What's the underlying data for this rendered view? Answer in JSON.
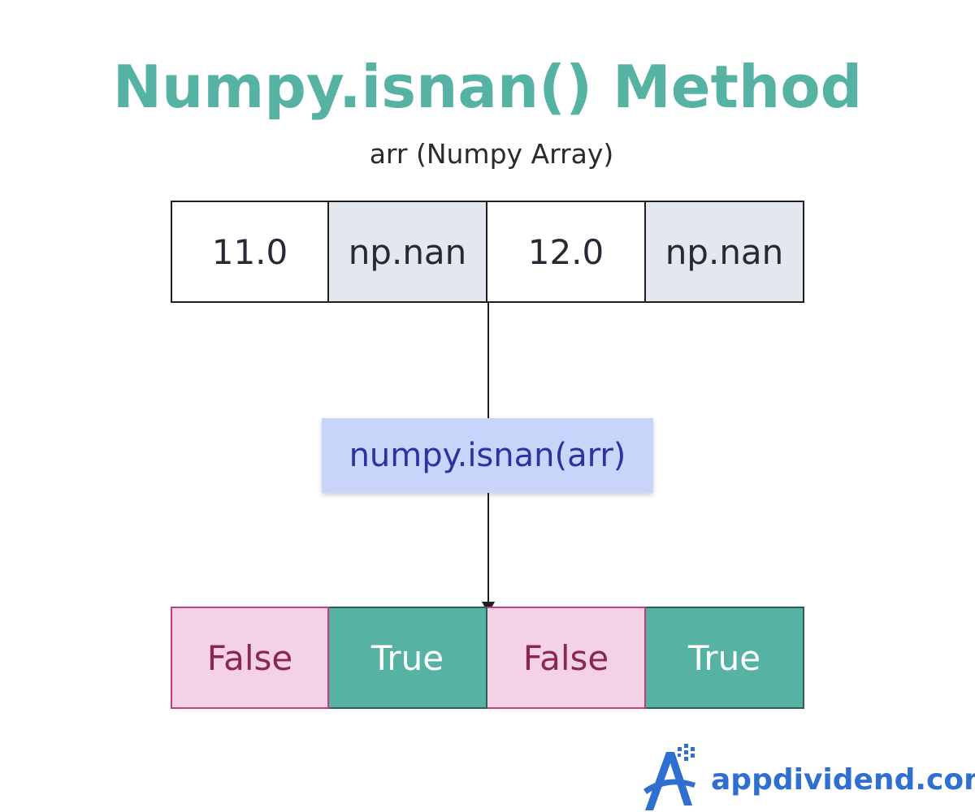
{
  "title": "Numpy.isnan() Method",
  "subtitle": "arr (Numpy Array)",
  "input_array": [
    {
      "label": "11.0",
      "is_nan": false
    },
    {
      "label": "np.nan",
      "is_nan": true
    },
    {
      "label": "12.0",
      "is_nan": false
    },
    {
      "label": "np.nan",
      "is_nan": true
    }
  ],
  "function_call": "numpy.isnan(arr)",
  "output_array": [
    {
      "label": "False",
      "value": false
    },
    {
      "label": "True",
      "value": true
    },
    {
      "label": "False",
      "value": false
    },
    {
      "label": "True",
      "value": true
    }
  ],
  "logo": {
    "text": "appdividend.com",
    "icon": "appdividend-logo-icon"
  },
  "colors": {
    "title": "#56b2a3",
    "input_plain_bg": "#ffffff",
    "input_nan_bg": "#e3e7ee",
    "function_bg": "#c9d4fb",
    "function_text": "#2e31a0",
    "false_bg": "#f3d2e6",
    "false_text": "#8b2556",
    "true_bg": "#56b2a3",
    "true_text": "#ffffff",
    "logo_blue": "#2f6fd0"
  }
}
